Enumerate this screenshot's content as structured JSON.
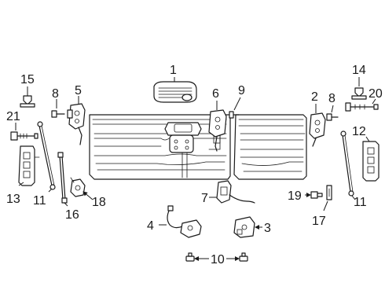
{
  "callouts": [
    "1",
    "2",
    "3",
    "4",
    "5",
    "6",
    "7",
    "8",
    "8",
    "9",
    "10",
    "11",
    "11",
    "12",
    "13",
    "14",
    "15",
    "16",
    "17",
    "18",
    "19",
    "20",
    "21"
  ],
  "colors": {
    "line": "#1a1a1a",
    "background": "#ffffff"
  }
}
